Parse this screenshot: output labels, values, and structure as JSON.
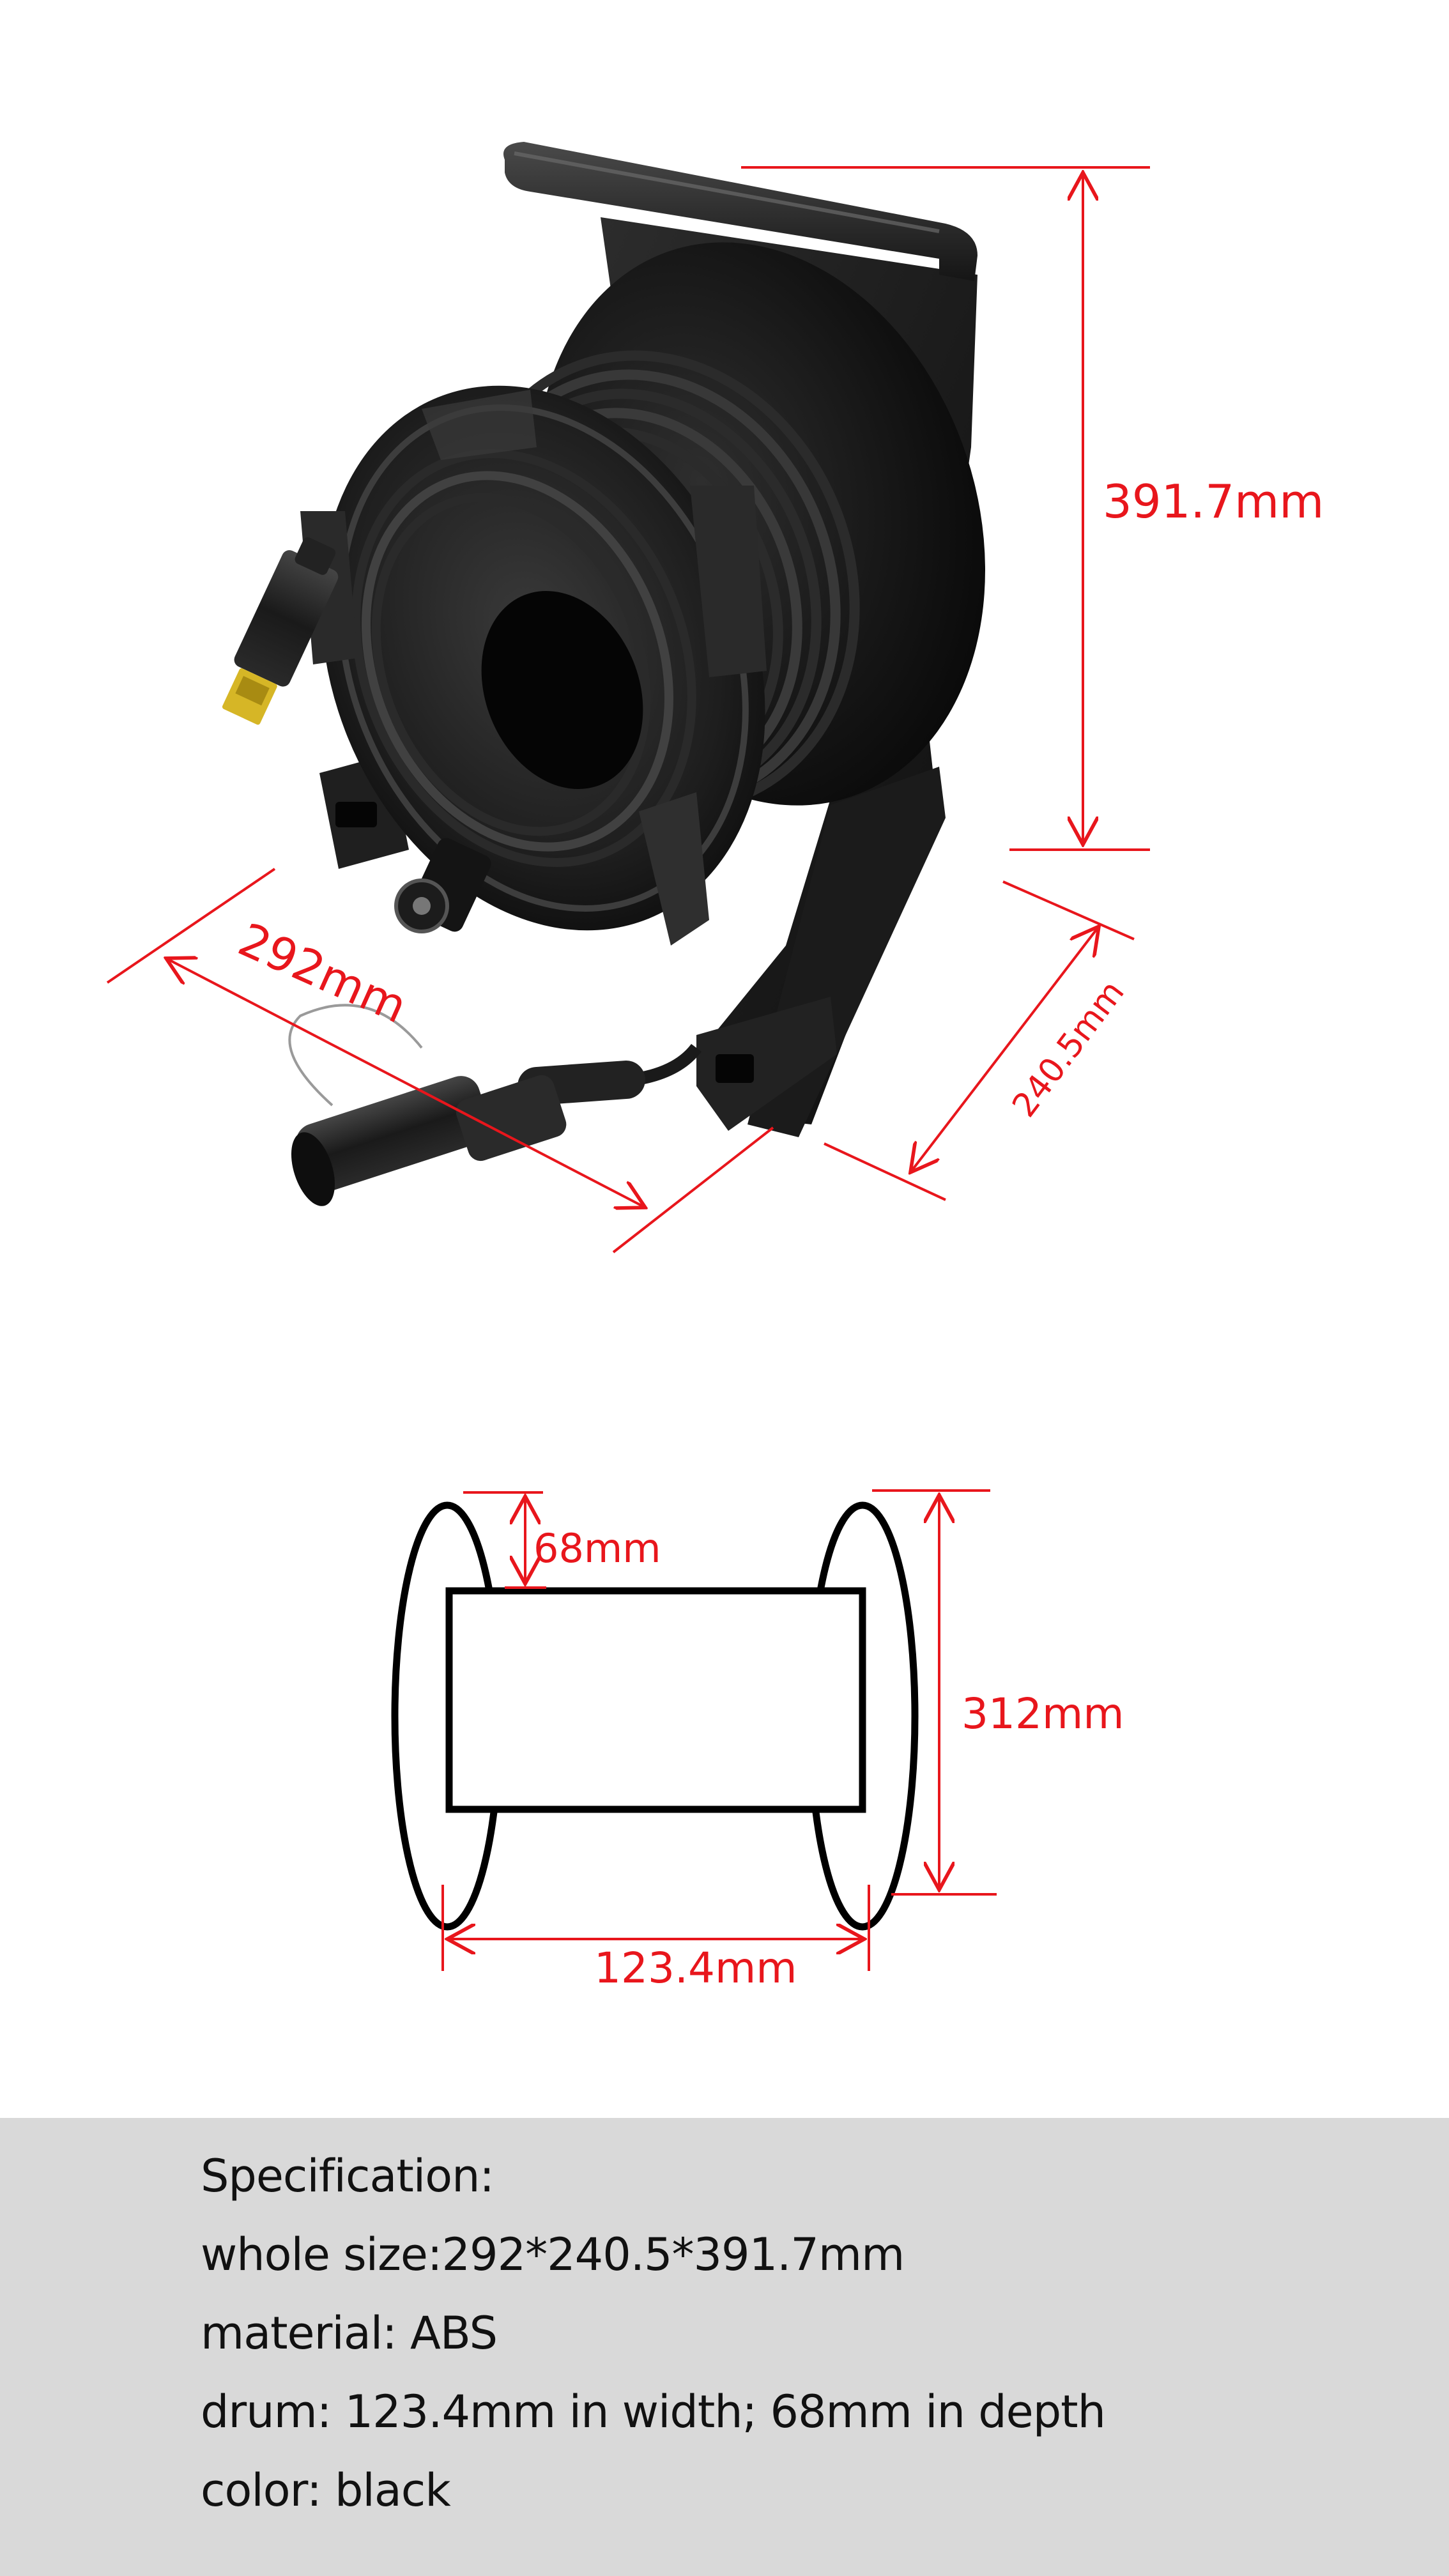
{
  "photo_dimensions": {
    "height_label": "391.7mm",
    "width_label": "292mm",
    "depth_label": "240.5mm"
  },
  "drawing_dimensions": {
    "depth_label": "68mm",
    "diameter_label": "312mm",
    "width_label": "123.4mm"
  },
  "specification": {
    "heading": "Specification:",
    "items": [
      "whole size:292*240.5*391.7mm",
      "material: ABS",
      "drum: 123.4mm in width; 68mm in depth",
      "color: black"
    ]
  },
  "colors": {
    "dimension_color": "#e8161c",
    "product_color": "#1a1a1a",
    "panel_background": "#d9d9d9"
  }
}
